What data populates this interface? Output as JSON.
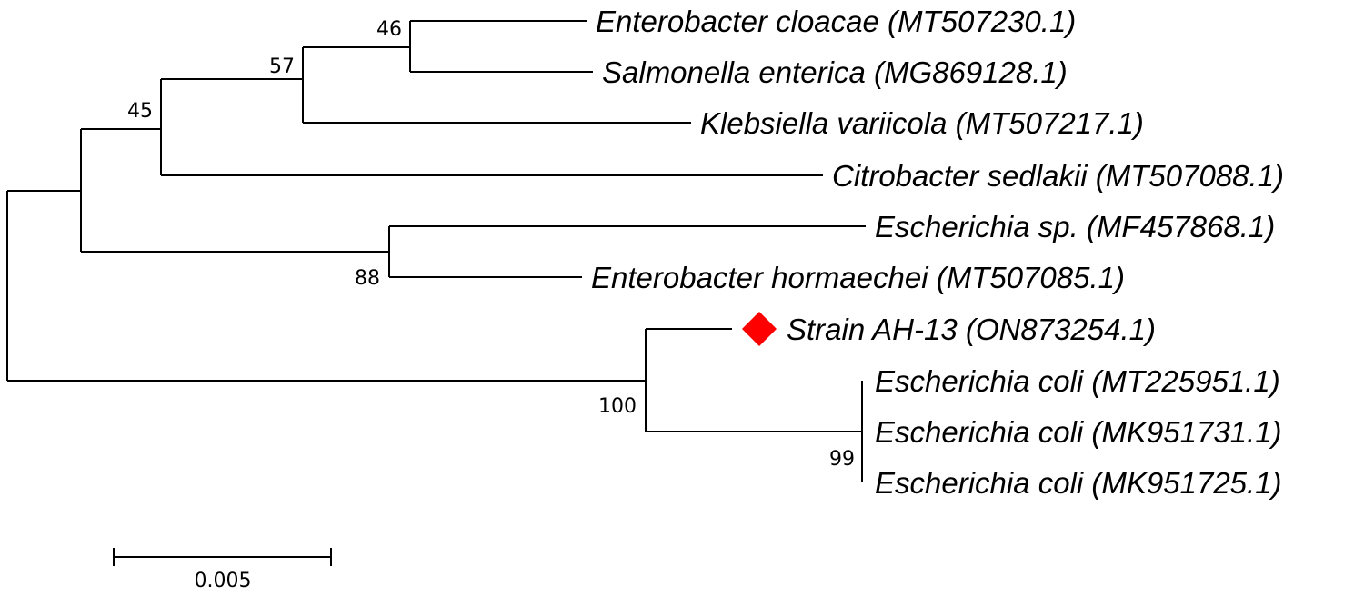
{
  "tree": {
    "taxa": [
      "Enterobacter cloacae (MT507230.1)",
      "Salmonella enterica (MG869128.1)",
      "Klebsiella variicola (MT507217.1)",
      "Citrobacter sedlakii (MT507088.1)",
      "Escherichia sp. (MF457868.1)",
      "Enterobacter hormaechei (MT507085.1)",
      "Strain AH-13 (ON873254.1)",
      "Escherichia coli (MT225951.1)",
      "Escherichia coli (MK951731.1)",
      "Escherichia coli (MK951725.1)"
    ],
    "bootstrap": {
      "enterobacter_salmonella": "46",
      "plus_klebsiella": "57",
      "plus_citrobacter": "45",
      "escherichia_sp_hormaechei": "88",
      "strain_ecoli_clade": "100",
      "ecoli_cluster": "99"
    },
    "highlight": {
      "taxon": "Strain AH-13 (ON873254.1)",
      "marker": "diamond",
      "color": "#ff0000"
    },
    "scale_bar": {
      "label": "0.005"
    }
  }
}
